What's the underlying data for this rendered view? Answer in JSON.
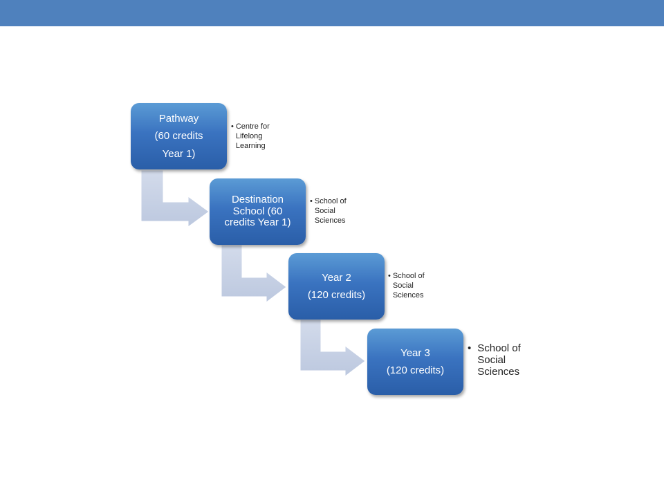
{
  "diagram": {
    "steps": [
      {
        "lines": [
          "Pathway",
          "(60 credits",
          "Year 1)"
        ],
        "note_lines": [
          "Centre  for",
          "Lifelong",
          "Learning"
        ]
      },
      {
        "lines": [
          "Destination",
          "School (60",
          "credits Year 1)"
        ],
        "note_lines": [
          "School of",
          "Social",
          "Sciences"
        ]
      },
      {
        "lines": [
          "Year 2",
          "(120 credits)"
        ],
        "note_lines": [
          "School of",
          "Social",
          "Sciences"
        ]
      },
      {
        "lines": [
          "Year 3",
          "(120 credits)"
        ],
        "note_lines": [
          "School  of",
          "Social",
          "Sciences"
        ]
      }
    ],
    "bullet": "•"
  },
  "colors": {
    "header_bar": "#4f81bd",
    "box_fill": "#3a73c0",
    "connector_fill": "#c5cfe3"
  }
}
